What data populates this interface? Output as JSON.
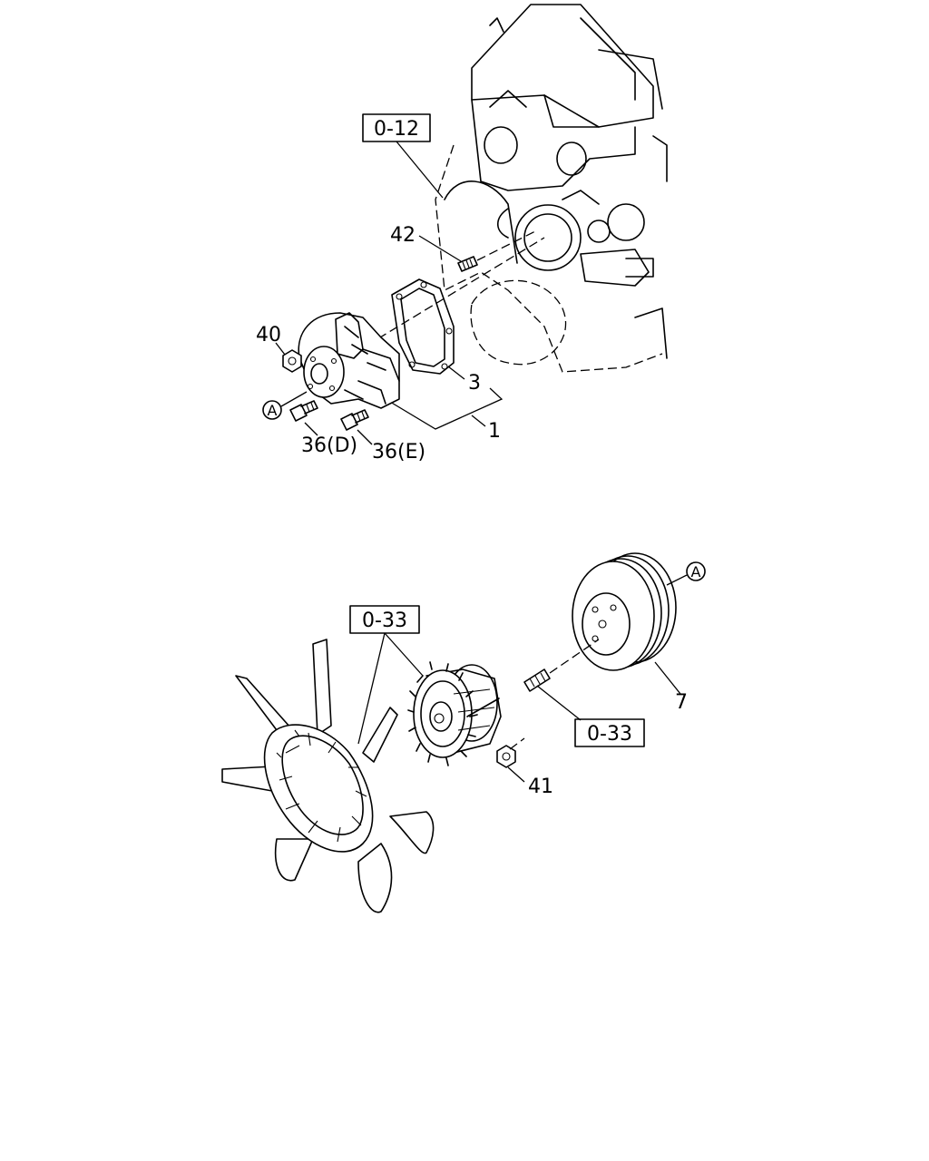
{
  "labels": {
    "ref_block": "0-12",
    "bolt_42": "42",
    "nut_40": "40",
    "gasket_3": "3",
    "pump_1": "1",
    "bolt_36d": "36(D)",
    "bolt_36e": "36(E)",
    "marker_a_top": "A",
    "marker_a_pulley": "A",
    "ref_fan_clutch": "0-33",
    "ref_stud": "0-33",
    "pulley_7": "7",
    "nut_41": "41"
  }
}
